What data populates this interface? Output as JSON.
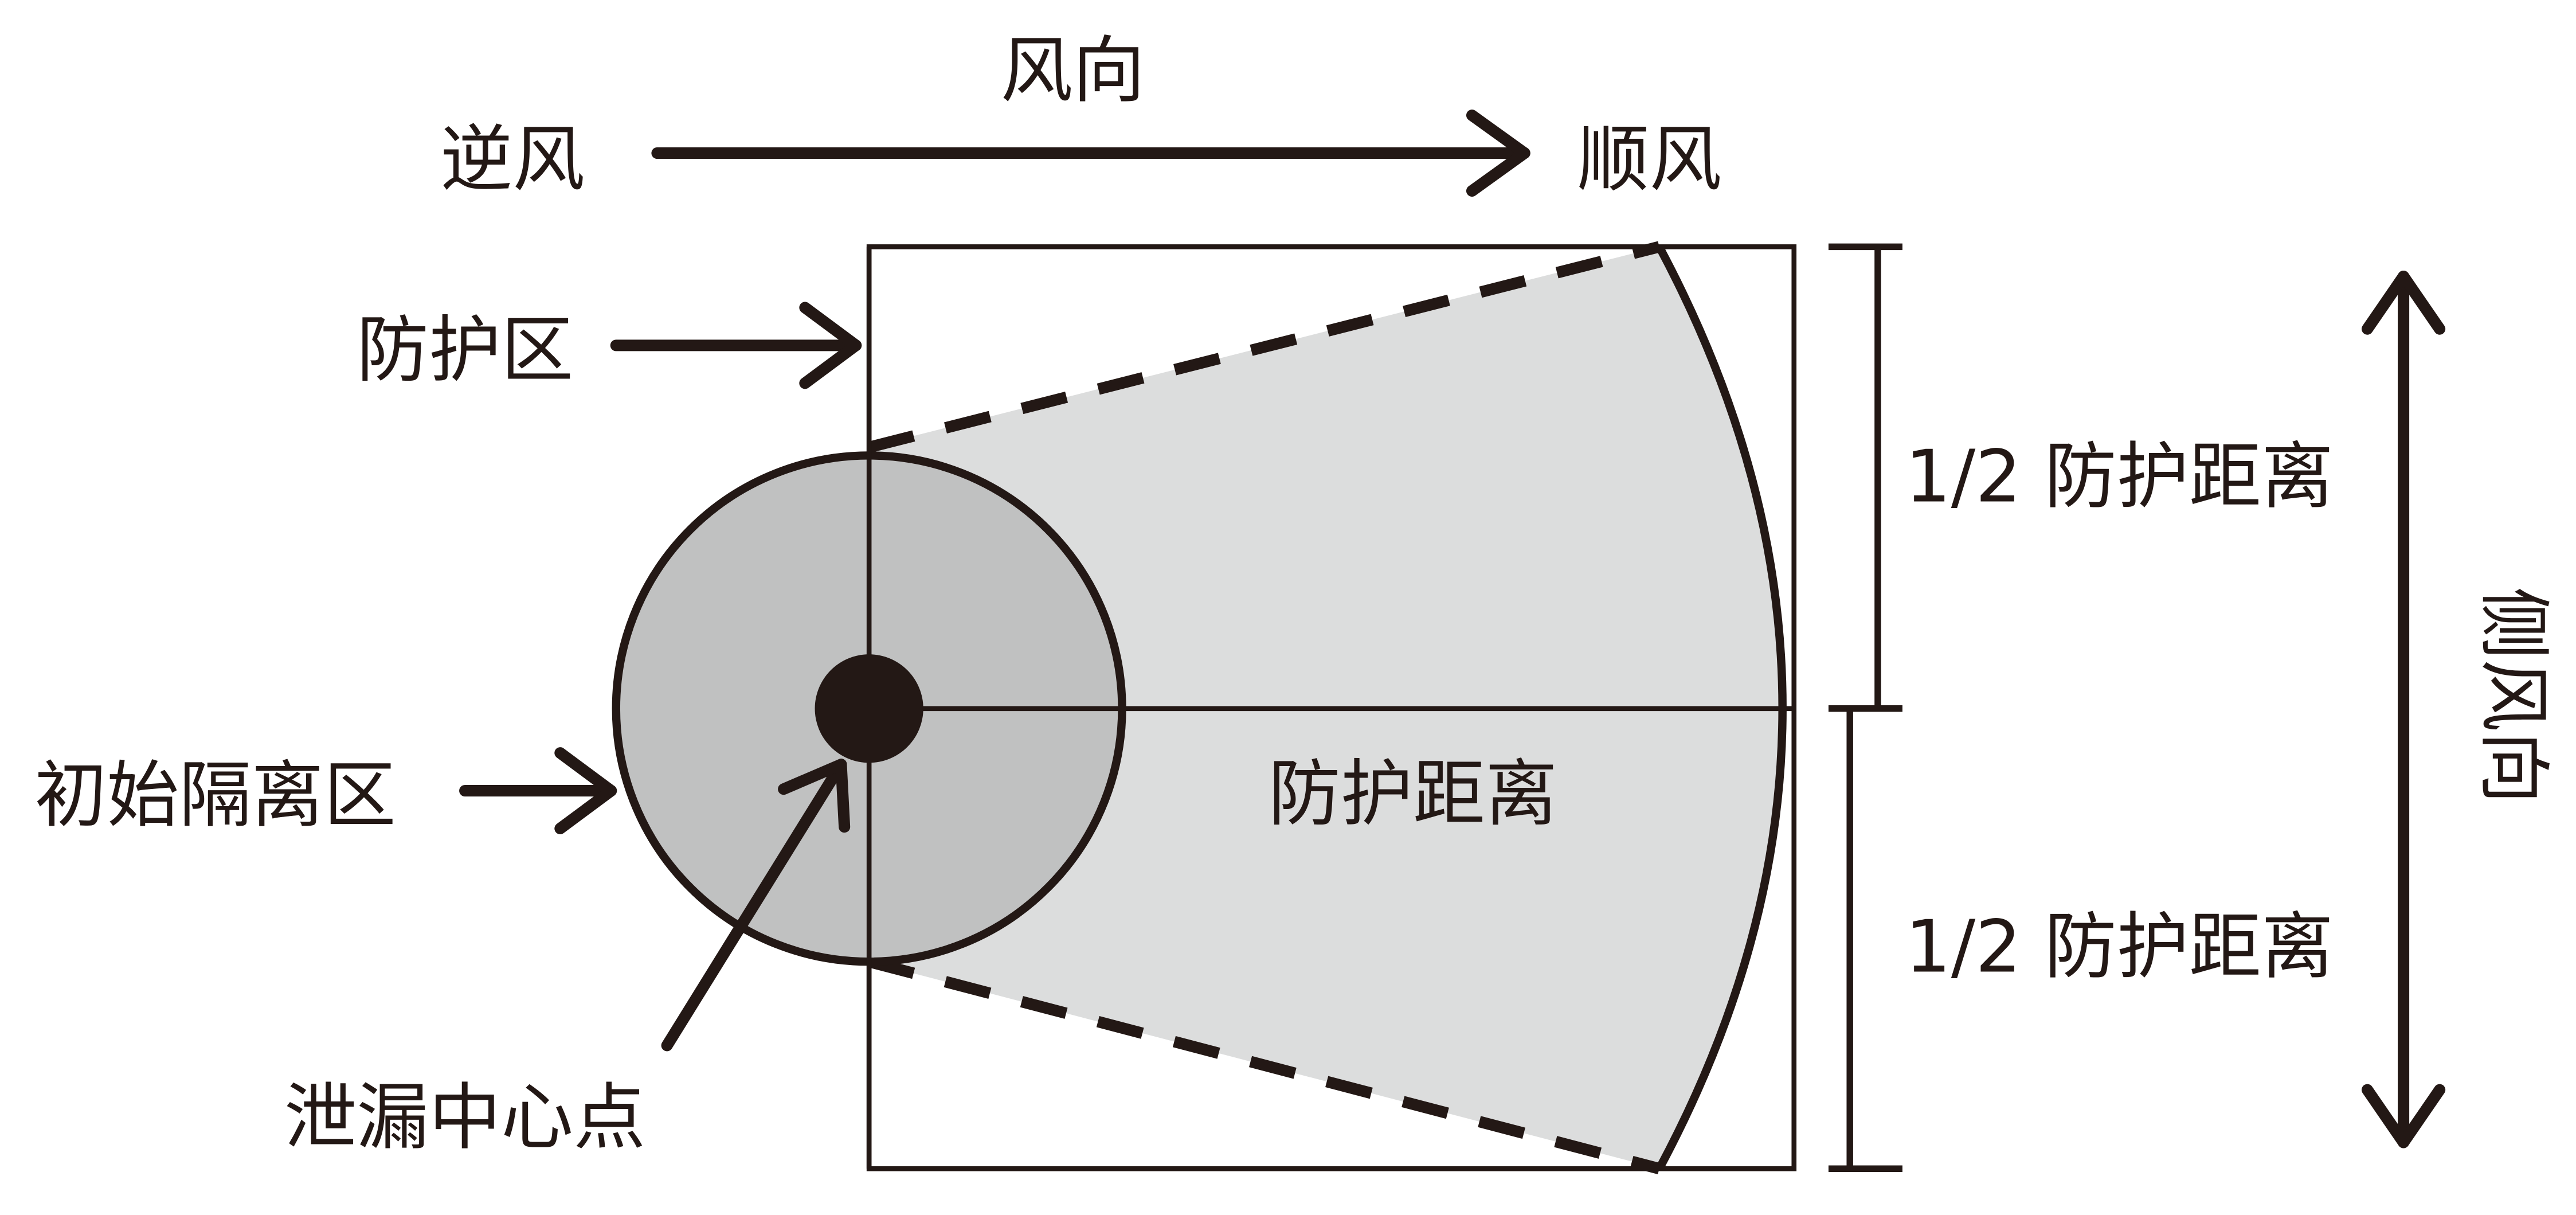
{
  "labels": {
    "wind_direction": "风向",
    "upwind": "逆风",
    "downwind": "顺风",
    "protection_zone": "防护区",
    "initial_isolation_zone": "初始隔离区",
    "leak_center_point": "泄漏中心点",
    "protection_distance": "防护距离",
    "half_protection_distance_upper": "1/2 防护距离",
    "half_protection_distance_lower": "1/2 防护距离",
    "crosswind_direction": "侧风向"
  },
  "colors": {
    "ink": "#231815",
    "protection_zone_fill": "#dcdddd",
    "isolation_zone_fill": "#c0c1c1",
    "background": "#ffffff"
  }
}
